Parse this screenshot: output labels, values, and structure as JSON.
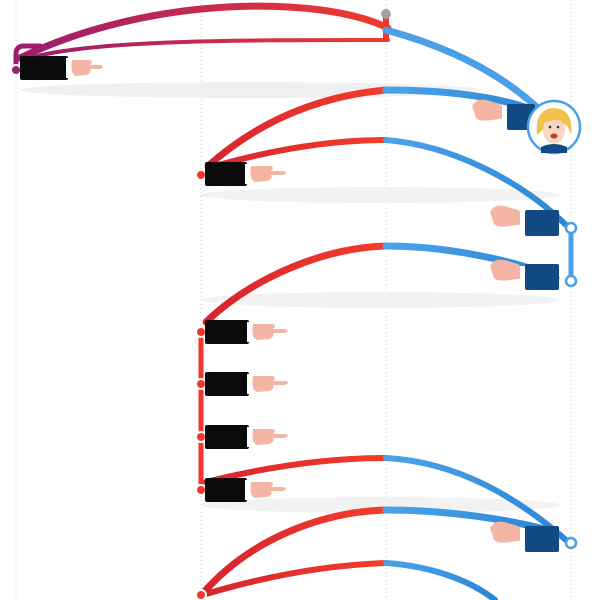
{
  "colors": {
    "background": "#ffffff",
    "gridline": "#cccccc",
    "republican_red": "#f23a2e",
    "democrat_blue": "#4a9fe6",
    "transition_purple": "#b81d63",
    "suit_dark": "#0a0a0a",
    "suit_navy": "#114a84",
    "skin": "#f5b5a5",
    "cuff": "#ffffff",
    "start_dot": "#9aa3ad",
    "shadow": "#eeeeee"
  },
  "lanes": {
    "republican": [
      {
        "node_id": "r0",
        "kind": "purple-hand"
      },
      {
        "node_id": "r1",
        "kind": "pointing-hand"
      },
      {
        "node_id": "r2",
        "kind": "pointing-hand"
      },
      {
        "node_id": "r3",
        "kind": "pointing-hand"
      },
      {
        "node_id": "r4",
        "kind": "pointing-hand"
      },
      {
        "node_id": "r5",
        "kind": "pointing-hand"
      },
      {
        "node_id": "r6",
        "kind": "plain-node"
      }
    ],
    "democrat": [
      {
        "node_id": "d0",
        "kind": "portrait",
        "icon": "candidate-portrait-icon"
      },
      {
        "node_id": "d1",
        "kind": "open-hand"
      },
      {
        "node_id": "d2",
        "kind": "open-hand"
      },
      {
        "node_id": "d3",
        "kind": "open-hand"
      }
    ]
  },
  "exchanges": [
    {
      "from": "start",
      "to": "r0",
      "style": "purple"
    },
    {
      "from": "start",
      "to": "r0",
      "style": "purple"
    },
    {
      "from": "r1",
      "to": "d0",
      "style": "red-blue"
    },
    {
      "from": "r1",
      "to": "d1",
      "style": "red-blue"
    },
    {
      "from": "r2",
      "to": "d2",
      "style": "red-blue"
    },
    {
      "from": "r5",
      "to": "d3",
      "style": "red-blue"
    },
    {
      "from": "r6",
      "to": "d3",
      "style": "red-blue"
    },
    {
      "from": "r6",
      "to": "offpage",
      "style": "red-blue"
    }
  ]
}
